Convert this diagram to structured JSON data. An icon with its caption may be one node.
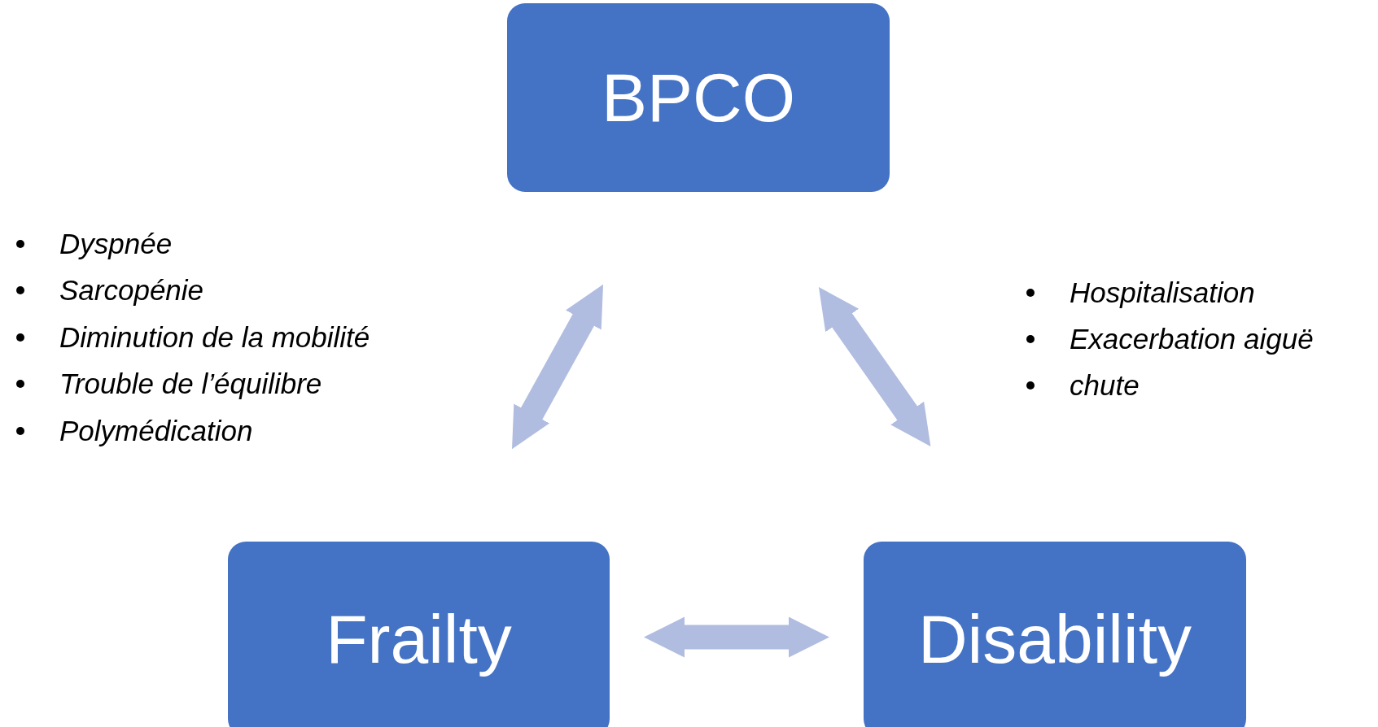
{
  "diagram": {
    "nodes": [
      {
        "text": [
          "BPCO"
        ]
      },
      {
        "text": [
          "Frailty"
        ]
      },
      {
        "text": [
          "Disability"
        ]
      }
    ],
    "edges": [
      {
        "from": 0,
        "to": 1,
        "arrow": "both"
      },
      {
        "from": 0,
        "to": 2,
        "arrow": "both"
      },
      {
        "from": 1,
        "to": 2,
        "arrow": "both"
      }
    ],
    "labels": [
      "Dyspnée",
      "Sarcopénie",
      "Diminution de la mobilité",
      "Trouble de l’équilibre",
      "Polymédication",
      "Hospitalisation",
      "Exacerbation aiguë",
      "chute"
    ]
  }
}
